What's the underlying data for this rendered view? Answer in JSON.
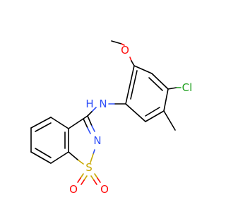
{
  "atoms": {
    "n_amine": {
      "label": "N",
      "color": "#3050f8"
    },
    "h_amine": {
      "label": "H",
      "color": "#3050f8"
    },
    "o_methoxy": {
      "label": "O",
      "color": "#ff0d0d"
    },
    "cl": {
      "label": "Cl",
      "color": "#1fa01f"
    },
    "n_ring": {
      "label": "N",
      "color": "#3050f8"
    },
    "s_ring": {
      "label": "S",
      "color": "#c8a800"
    },
    "o_sulfonyl_1": {
      "label": "O",
      "color": "#ff0d0d"
    },
    "o_sulfonyl_2": {
      "label": "O",
      "color": "#ff0d0d"
    }
  }
}
